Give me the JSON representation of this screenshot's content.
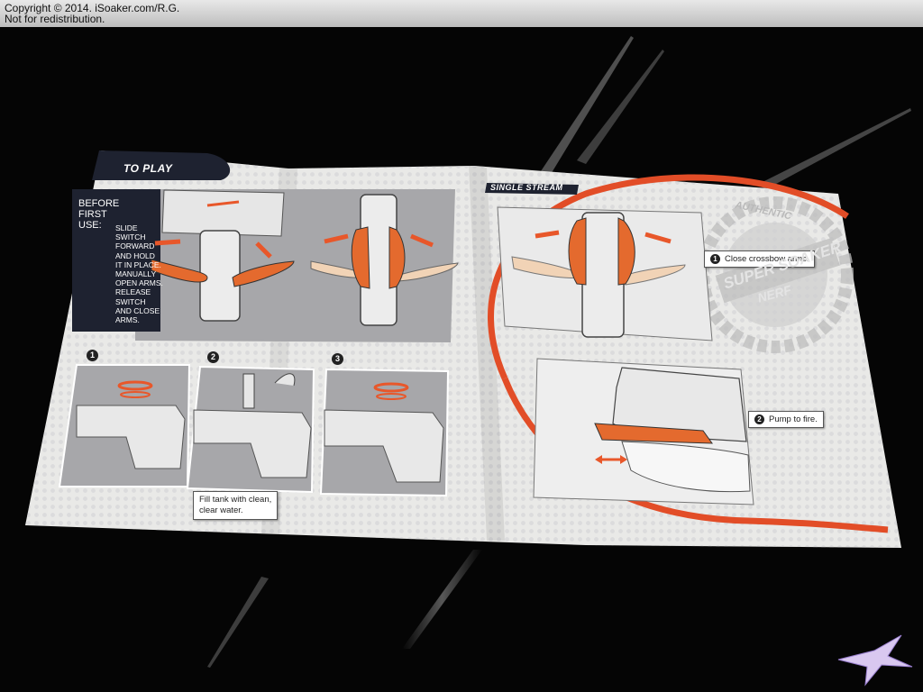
{
  "watermark": {
    "line1": "Copyright © 2014. iSoaker.com/R.G.",
    "line2": "Not for redistribution."
  },
  "manual": {
    "to_play_header": "TO PLAY",
    "single_stream_header": "SINGLE STREAM",
    "before_first_use_title": "BEFORE\nFIRST\nUSE:",
    "before_first_use_body": "SLIDE\nSWITCH\nFORWARD\nAND HOLD\nIT IN PLACE.\nMANUALLY\nOPEN ARMS.\nRELEASE\nSWITCH\nAND CLOSE\nARMS.",
    "steps": [
      "1",
      "2",
      "3"
    ],
    "fill_tank_caption": "Fill tank with clean,\nclear water.",
    "close_arms_num": "1",
    "close_arms_caption": "Close crossbow arms.",
    "pump_num": "2",
    "pump_caption": "Pump to fire.",
    "logo_top": "AUTHENTIC",
    "logo_mid": "SUPER SOAKER",
    "logo_bottom": "NERF"
  },
  "colors": {
    "background": "#050505",
    "sheet": "#e6e6e4",
    "panel_gray": "#a9a9ab",
    "accent_orange": "#e8572a",
    "dark_header": "#1e2230"
  }
}
